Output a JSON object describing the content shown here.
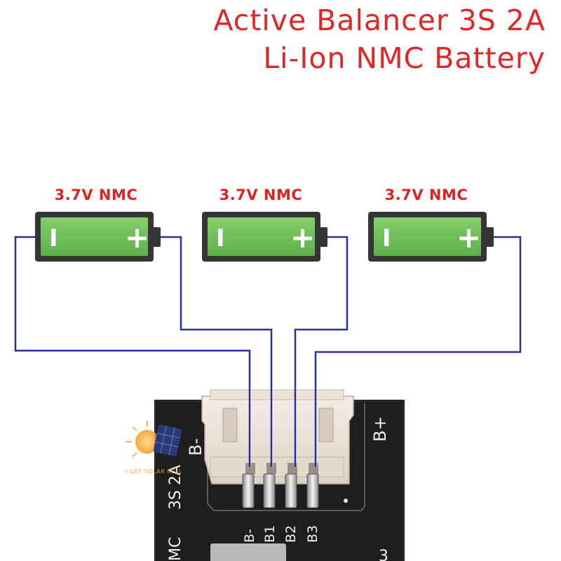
{
  "title": {
    "line1": "Active Balancer 3S 2A",
    "line2": "Li-Ion NMC Battery"
  },
  "batteries": [
    {
      "label": "3.7V NMC",
      "minus": "I",
      "plus": "+"
    },
    {
      "label": "3.7V NMC",
      "minus": "I",
      "plus": "+"
    },
    {
      "label": "3.7V NMC",
      "minus": "I",
      "plus": "+"
    }
  ],
  "pcb": {
    "b_minus": "B-",
    "b_plus": "B+",
    "rating": "3S 2A",
    "chem": "MC",
    "pins": [
      "B-",
      "B1",
      "B2",
      "B3"
    ],
    "corner": "3"
  },
  "watermark": "I GET SOLAR CELL",
  "colors": {
    "title": "#e02626",
    "battery_fill": "#6fbf5a",
    "battery_frame": "#3a3a3a",
    "wire": "#2b2e9e",
    "pcb": "#1e1e1e",
    "connector": "#efe6dc"
  }
}
